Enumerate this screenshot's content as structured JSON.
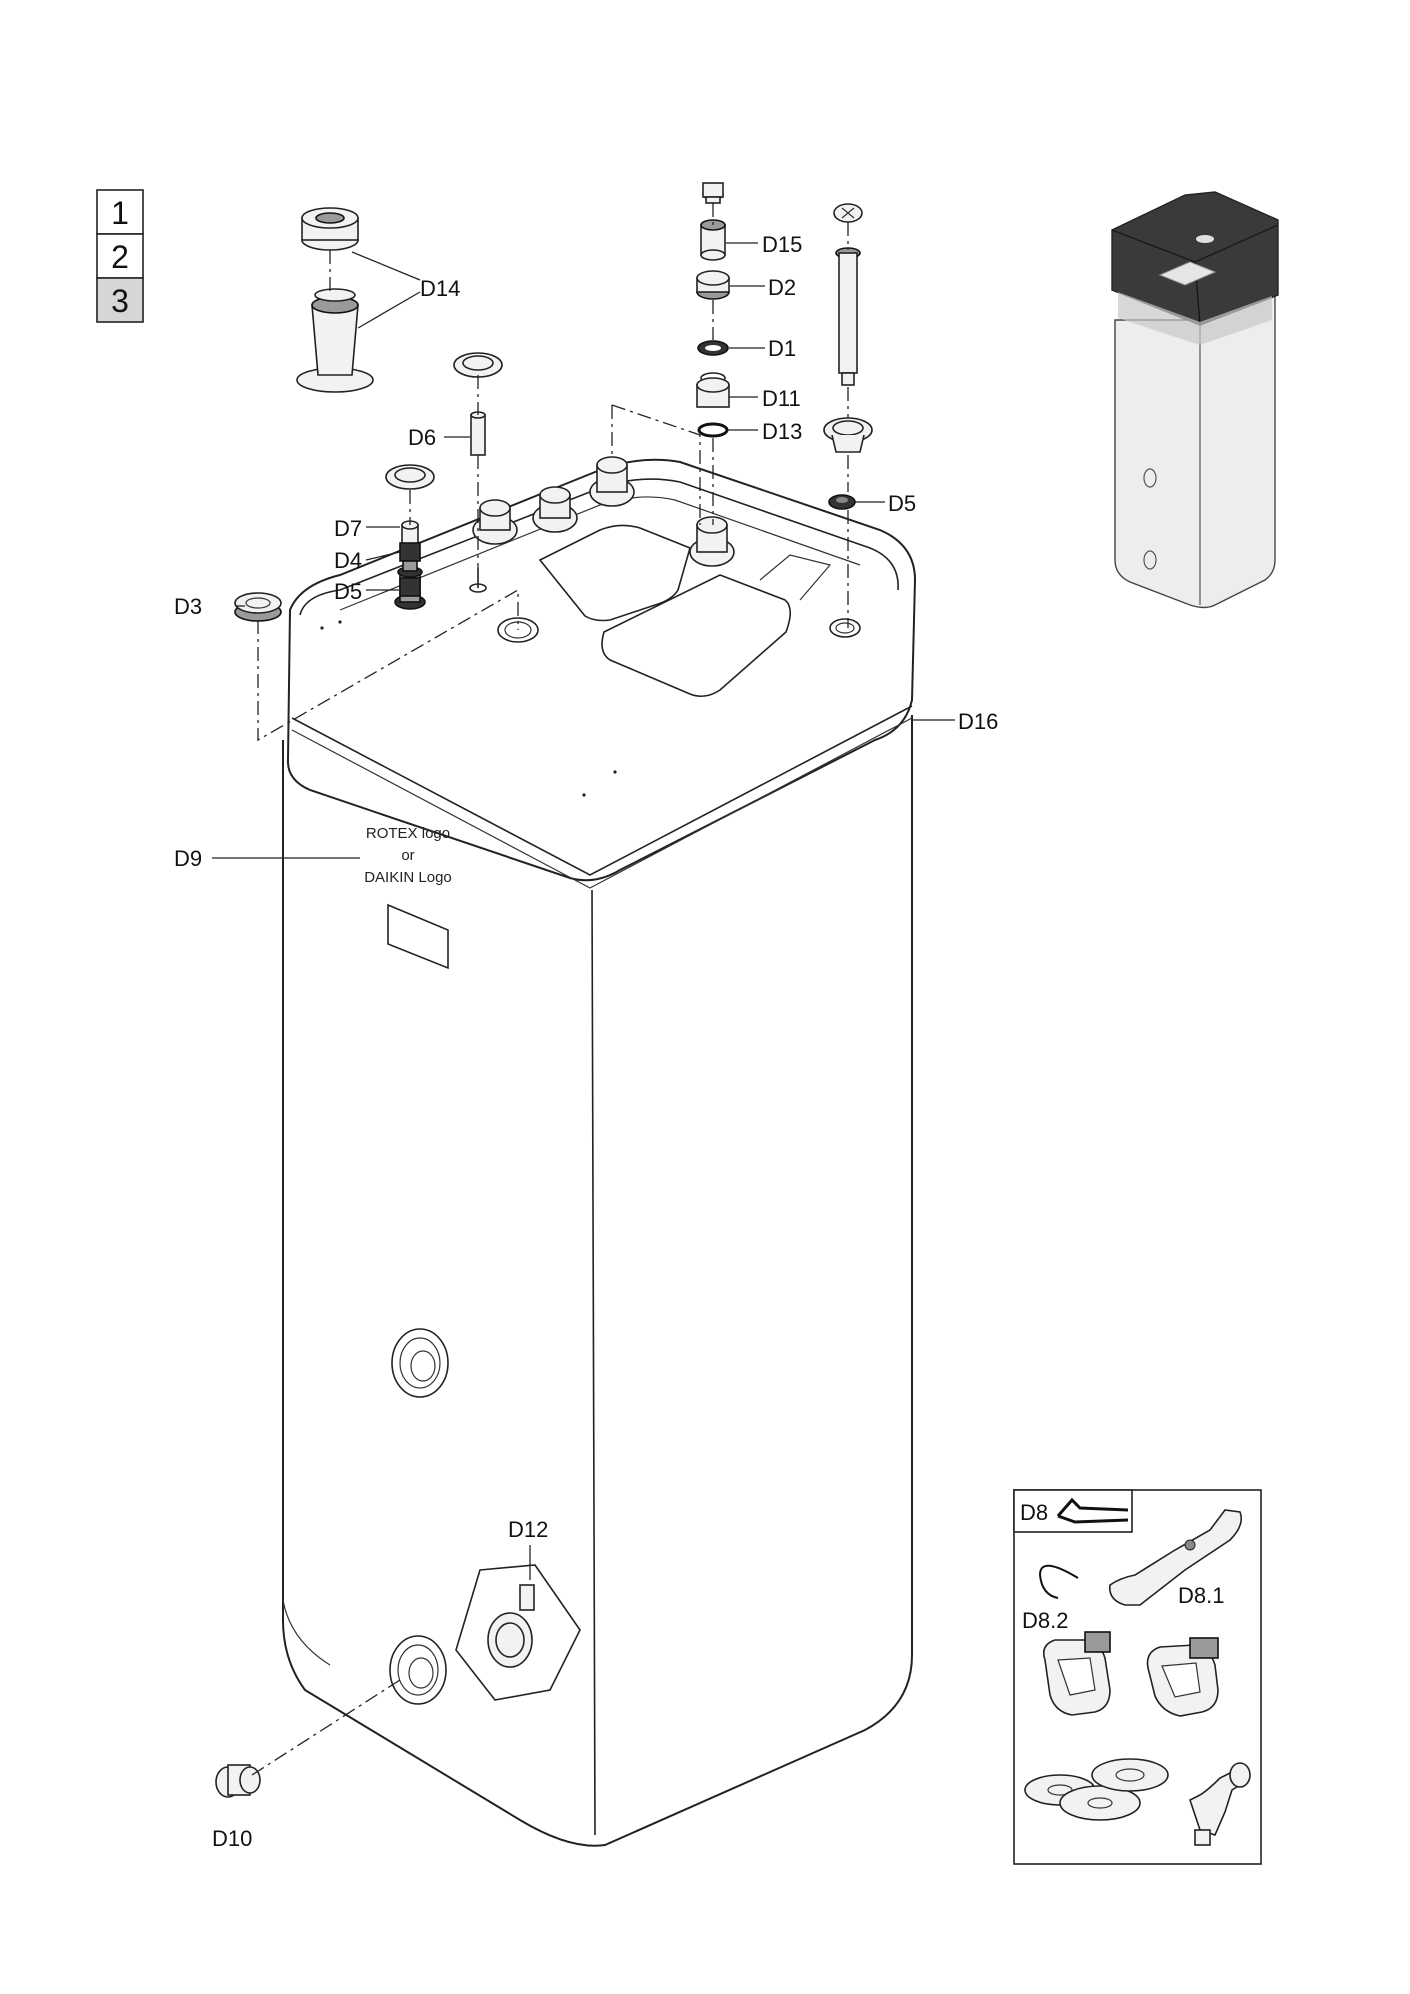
{
  "page_selector": {
    "pages": [
      "1",
      "2",
      "3"
    ],
    "active_page": "3"
  },
  "labels": {
    "d1": "D1",
    "d2": "D2",
    "d3": "D3",
    "d4": "D4",
    "d5_left": "D5",
    "d5_right": "D5",
    "d6": "D6",
    "d7": "D7",
    "d8": "D8",
    "d8_1": "D8.1",
    "d8_2": "D8.2",
    "d9": "D9",
    "d10": "D10",
    "d11": "D11",
    "d12": "D12",
    "d13": "D13",
    "d14": "D14",
    "d15": "D15",
    "d16": "D16"
  },
  "logo_note": {
    "line1": "ROTEX logo",
    "line2": "or",
    "line3": "DAIKIN Logo"
  },
  "colors": {
    "line": "#222222",
    "active_page_fill": "#d6d6d6",
    "unit_top": "#3a3a3a",
    "unit_body": "#ededed"
  }
}
